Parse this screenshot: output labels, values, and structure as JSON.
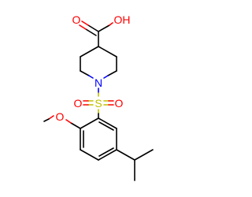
{
  "atoms": {
    "o_carbonyl": "O",
    "oh": "OH",
    "nitrogen": "N",
    "sulfur": "S",
    "o_sulfonyl_left": "O",
    "o_sulfonyl_right": "O",
    "o_methoxy": "O"
  },
  "colors": {
    "oxygen": "#ff0000",
    "nitrogen": "#0000ff",
    "sulfur": "#bfbf00",
    "bond": "#000000"
  }
}
